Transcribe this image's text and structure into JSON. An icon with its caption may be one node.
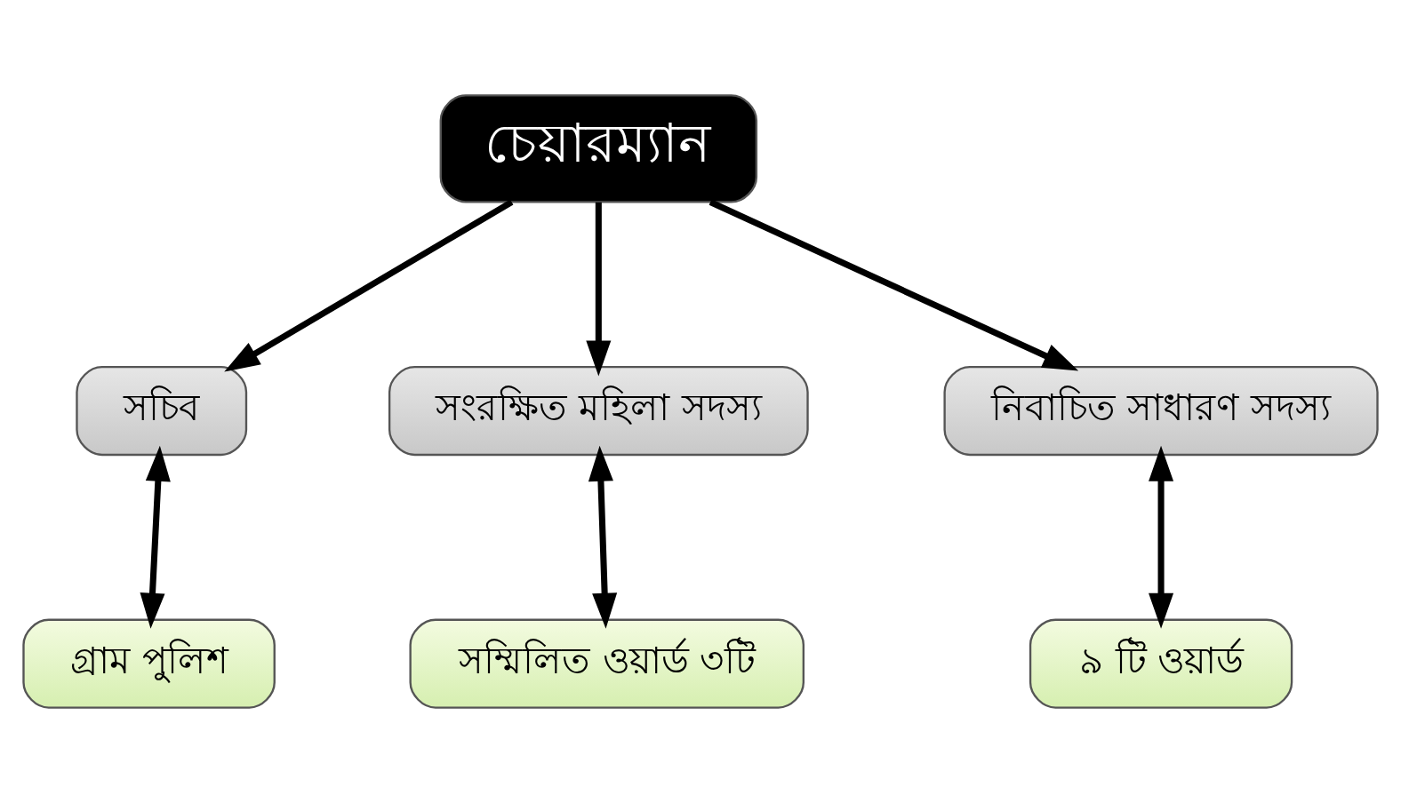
{
  "diagram": {
    "nodes": [
      {
        "text": [
          "চেয়ারম্যান"
        ]
      },
      {
        "text": [
          "সচিব"
        ]
      },
      {
        "text": [
          "সংরক্ষিত মহিলা সদস্য"
        ]
      },
      {
        "text": [
          "নিবাচিত সাধারণ সদস্য"
        ]
      },
      {
        "text": [
          "গ্রাম পুলিশ"
        ]
      },
      {
        "text": [
          "সম্মিলিত ওয়ার্ড ৩টি"
        ]
      },
      {
        "text": [
          "৯ টি ওয়ার্ড"
        ]
      }
    ],
    "edges": [
      {
        "from": 0,
        "to": 1,
        "arrow": "to"
      },
      {
        "from": 0,
        "to": 2,
        "arrow": "to"
      },
      {
        "from": 0,
        "to": 3,
        "arrow": "to"
      },
      {
        "from": 1,
        "to": 4,
        "arrow": "both"
      },
      {
        "from": 2,
        "to": 5,
        "arrow": "both"
      },
      {
        "from": 3,
        "to": 6,
        "arrow": "both"
      }
    ]
  }
}
